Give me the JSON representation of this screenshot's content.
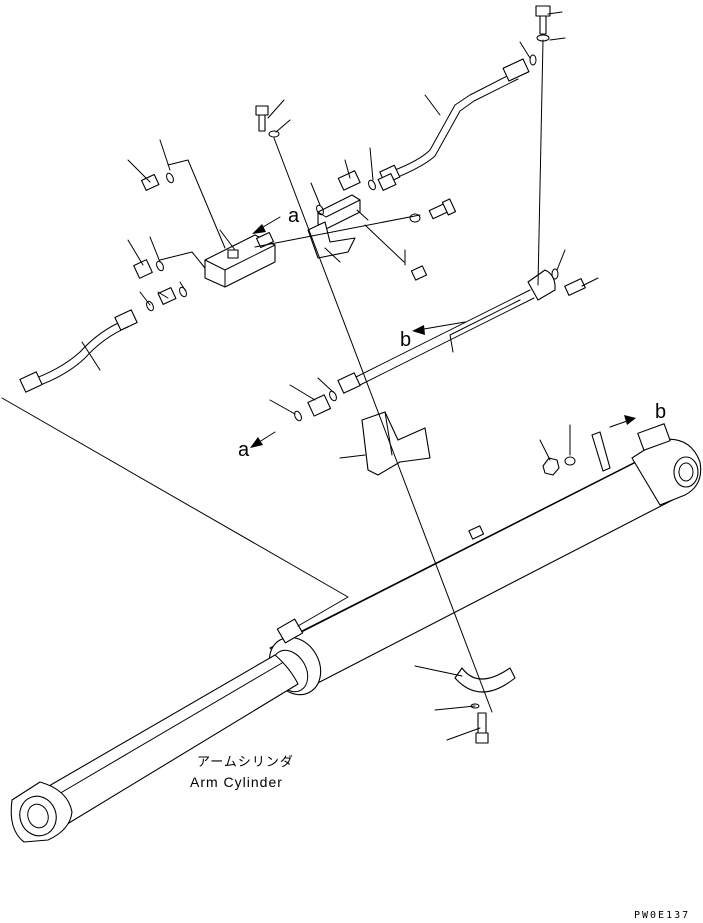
{
  "diagram": {
    "caption_jp": "アームシリンダ",
    "caption_en": "Arm Cylinder",
    "marker_a": "a",
    "marker_b": "b",
    "drawing_code": "PW0E137"
  }
}
